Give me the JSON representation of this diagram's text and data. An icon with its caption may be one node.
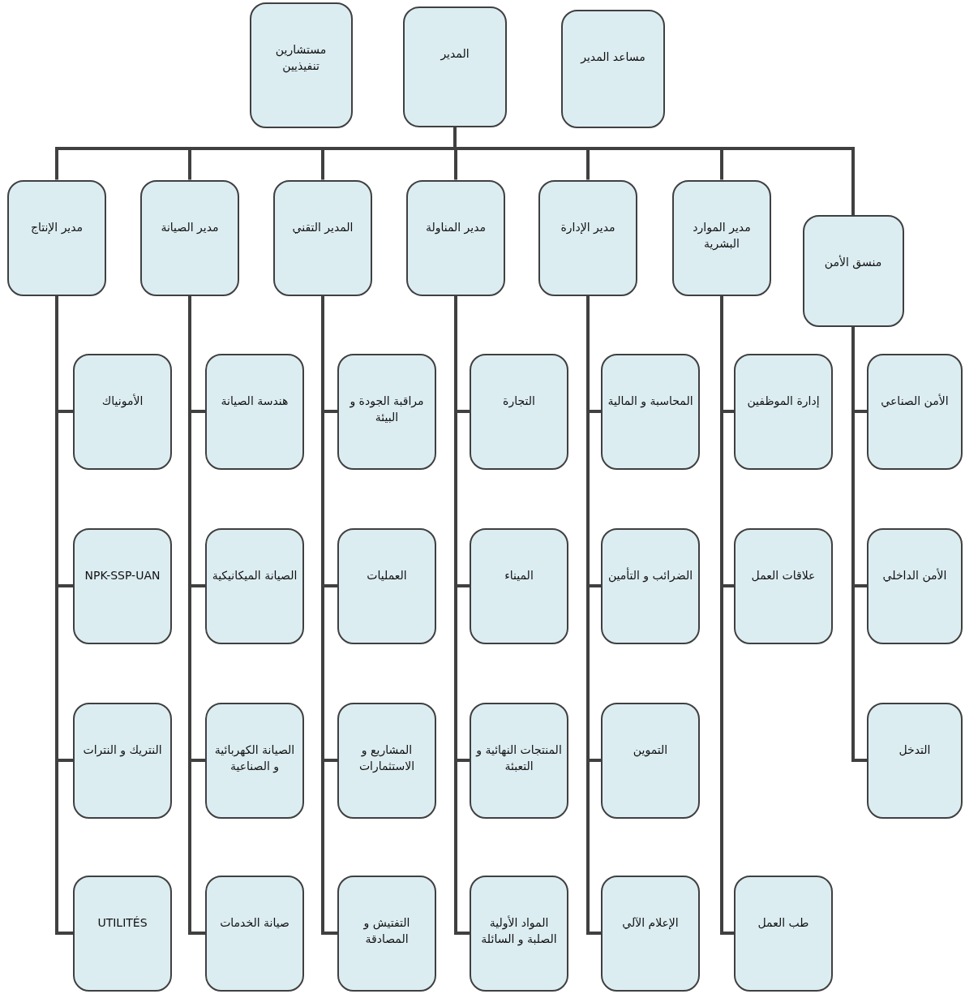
{
  "diagram": {
    "nodes": [
      {
        "text": [
          "مستشارين تنفيذيين"
        ]
      },
      {
        "text": [
          "المدير"
        ]
      },
      {
        "text": [
          "مساعد المدير"
        ]
      },
      {
        "text": [
          "مدير الإنتاج"
        ]
      },
      {
        "text": [
          "مدير الصيانة"
        ]
      },
      {
        "text": [
          "المدير التقني"
        ]
      },
      {
        "text": [
          "مدير المناولة"
        ]
      },
      {
        "text": [
          "مدير الإدارة"
        ]
      },
      {
        "text": [
          "مدير الموارد البشرية"
        ]
      },
      {
        "text": [
          "منسق الأمن"
        ]
      },
      {
        "text": [
          "الأمونياك"
        ]
      },
      {
        "text": [
          "NPK-SSP-UAN"
        ]
      },
      {
        "text": [
          "النتريك و النترات"
        ]
      },
      {
        "text": [
          "UTILITÉS"
        ]
      },
      {
        "text": [
          "هندسة الصيانة"
        ]
      },
      {
        "text": [
          "الصيانة الميكانيكية"
        ]
      },
      {
        "text": [
          "الصيانة الكهربائية و الصناعية"
        ]
      },
      {
        "text": [
          "صيانة الخدمات"
        ]
      },
      {
        "text": [
          "مراقبة الجودة و البيئة"
        ]
      },
      {
        "text": [
          "العمليات"
        ]
      },
      {
        "text": [
          "المشاريع و الاستثمارات"
        ]
      },
      {
        "text": [
          "التفتيش و المصادقة"
        ]
      },
      {
        "text": [
          "التجارة"
        ]
      },
      {
        "text": [
          "الميناء"
        ]
      },
      {
        "text": [
          "المنتجات النهائية و التعبئة"
        ]
      },
      {
        "text": [
          "المواد الأولية الصلبة و السائلة"
        ]
      },
      {
        "text": [
          "المحاسبة و المالية"
        ]
      },
      {
        "text": [
          "الضرائب و التأمين"
        ]
      },
      {
        "text": [
          "التموين"
        ]
      },
      {
        "text": [
          "الإعلام الآلي"
        ]
      },
      {
        "text": [
          "إدارة الموظفين"
        ]
      },
      {
        "text": [
          "علاقات العمل"
        ]
      },
      {
        "text": [
          "طب العمل"
        ]
      },
      {
        "text": [
          "الأمن الصناعي"
        ]
      },
      {
        "text": [
          "الأمن الداخلي"
        ]
      },
      {
        "text": [
          "التدخل"
        ]
      }
    ],
    "edges": [
      {
        "from": 1,
        "to": 3,
        "arrow": "none"
      },
      {
        "from": 1,
        "to": 4,
        "arrow": "none"
      },
      {
        "from": 1,
        "to": 5,
        "arrow": "none"
      },
      {
        "from": 1,
        "to": 6,
        "arrow": "none"
      },
      {
        "from": 1,
        "to": 7,
        "arrow": "none"
      },
      {
        "from": 1,
        "to": 8,
        "arrow": "none"
      },
      {
        "from": 1,
        "to": 9,
        "arrow": "none"
      },
      {
        "from": 3,
        "to": 10,
        "arrow": "none"
      },
      {
        "from": 3,
        "to": 11,
        "arrow": "none"
      },
      {
        "from": 3,
        "to": 12,
        "arrow": "none"
      },
      {
        "from": 3,
        "to": 13,
        "arrow": "none"
      },
      {
        "from": 4,
        "to": 14,
        "arrow": "none"
      },
      {
        "from": 4,
        "to": 15,
        "arrow": "none"
      },
      {
        "from": 4,
        "to": 16,
        "arrow": "none"
      },
      {
        "from": 4,
        "to": 17,
        "arrow": "none"
      },
      {
        "from": 5,
        "to": 18,
        "arrow": "none"
      },
      {
        "from": 5,
        "to": 19,
        "arrow": "none"
      },
      {
        "from": 5,
        "to": 20,
        "arrow": "none"
      },
      {
        "from": 5,
        "to": 21,
        "arrow": "none"
      },
      {
        "from": 6,
        "to": 22,
        "arrow": "none"
      },
      {
        "from": 6,
        "to": 23,
        "arrow": "none"
      },
      {
        "from": 6,
        "to": 24,
        "arrow": "none"
      },
      {
        "from": 6,
        "to": 25,
        "arrow": "none"
      },
      {
        "from": 7,
        "to": 26,
        "arrow": "none"
      },
      {
        "from": 7,
        "to": 27,
        "arrow": "none"
      },
      {
        "from": 7,
        "to": 28,
        "arrow": "none"
      },
      {
        "from": 7,
        "to": 29,
        "arrow": "none"
      },
      {
        "from": 8,
        "to": 30,
        "arrow": "none"
      },
      {
        "from": 8,
        "to": 31,
        "arrow": "none"
      },
      {
        "from": 8,
        "to": 32,
        "arrow": "none"
      },
      {
        "from": 9,
        "to": 33,
        "arrow": "none"
      },
      {
        "from": 9,
        "to": 34,
        "arrow": "none"
      },
      {
        "from": 9,
        "to": 35,
        "arrow": "none"
      }
    ]
  }
}
